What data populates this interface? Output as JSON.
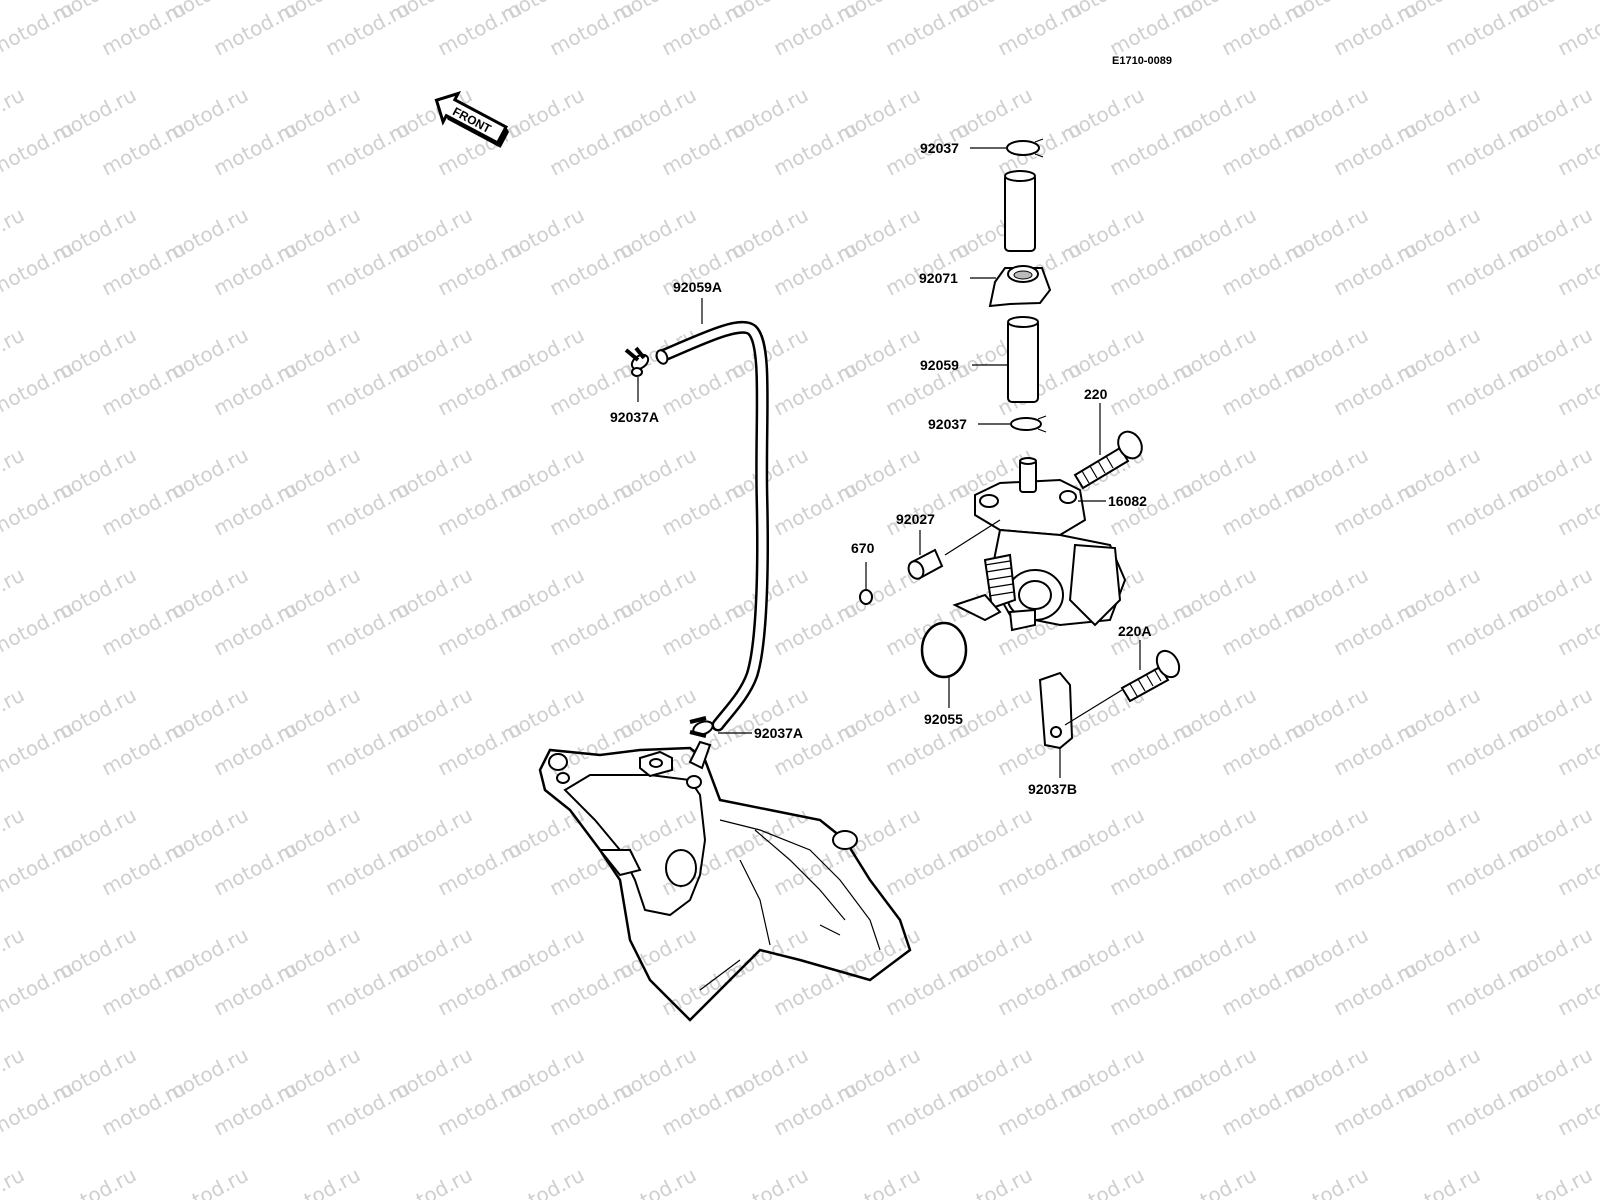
{
  "diagram": {
    "code": "E1710-0089",
    "front_label": "FRONT",
    "watermark": "motod.ru",
    "callouts": {
      "p92037_top": "92037",
      "p92071": "92071",
      "p92059": "92059",
      "p92037_mid": "92037",
      "p220": "220",
      "p16082": "16082",
      "p92027": "92027",
      "p670": "670",
      "p220A": "220A",
      "p92055": "92055",
      "p92037B": "92037B",
      "p92059A": "92059A",
      "p92037A_top": "92037A",
      "p92037A_bottom": "92037A"
    }
  }
}
